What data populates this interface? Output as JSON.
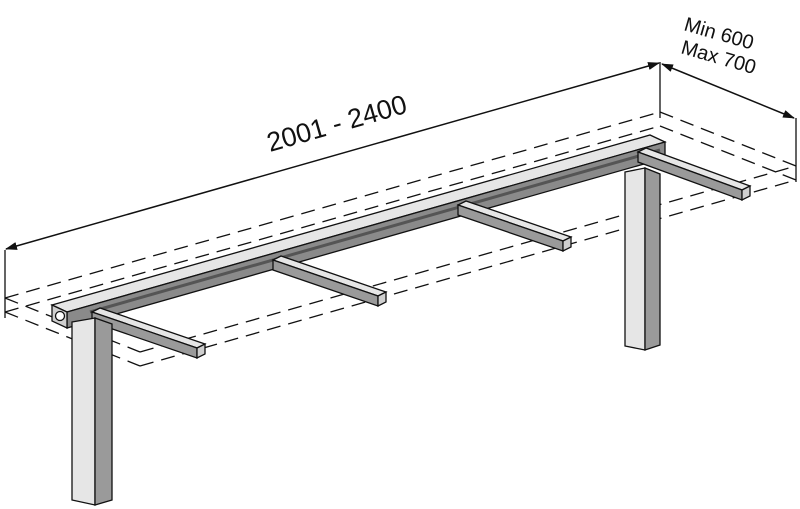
{
  "dimensions": {
    "width_range": "2001 - 2400",
    "depth_min": "Min 600",
    "depth_max": "Max 700"
  },
  "colors": {
    "line": "#111111",
    "metal_light": "#e6e6e6",
    "metal_mid": "#bdbdbd",
    "metal_dark": "#7a7a7a"
  }
}
